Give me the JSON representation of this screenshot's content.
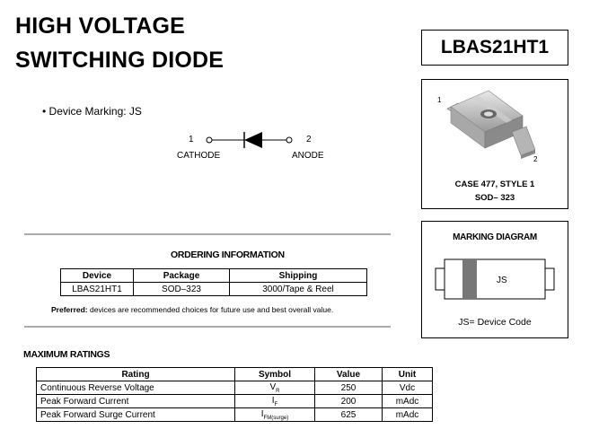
{
  "title": {
    "line1": "HIGH VOLTAGE",
    "line2": "SWITCHING DIODE"
  },
  "part_number": "LBAS21HT1",
  "device_marking": "Device Marking: JS",
  "diode": {
    "pin1_number": "1",
    "pin1_label": "CATHODE",
    "pin2_number": "2",
    "pin2_label": "ANODE"
  },
  "package": {
    "pin1": "1",
    "pin2": "2",
    "case_line1": "CASE 477, STYLE 1",
    "case_line2": "SOD– 323"
  },
  "ordering": {
    "heading": "ORDERING INFORMATION",
    "columns": [
      "Device",
      "Package",
      "Shipping"
    ],
    "rows": [
      [
        "LBAS21HT1",
        "SOD–323",
        "3000/Tape & Reel"
      ]
    ],
    "preferred_label": "Preferred:",
    "preferred_text": " devices are recommended choices for future use and best overall value."
  },
  "marking_diagram": {
    "heading": "MARKING DIAGRAM",
    "code": "JS",
    "legend": "JS=  Device Code"
  },
  "max_ratings": {
    "heading": "MAXIMUM RATINGS",
    "columns": [
      "Rating",
      "Symbol",
      "Value",
      "Unit"
    ],
    "rows": [
      {
        "rating": "Continuous Reverse Voltage",
        "sym": "V",
        "sub": "R",
        "value": "250",
        "unit": "Vdc"
      },
      {
        "rating": "Peak Forward Current",
        "sym": "I",
        "sub": "F",
        "value": "200",
        "unit": "mAdc"
      },
      {
        "rating": "Peak Forward Surge Current",
        "sym": "I",
        "sub": "FM(surge)",
        "value": "625",
        "unit": "mAdc"
      }
    ]
  }
}
